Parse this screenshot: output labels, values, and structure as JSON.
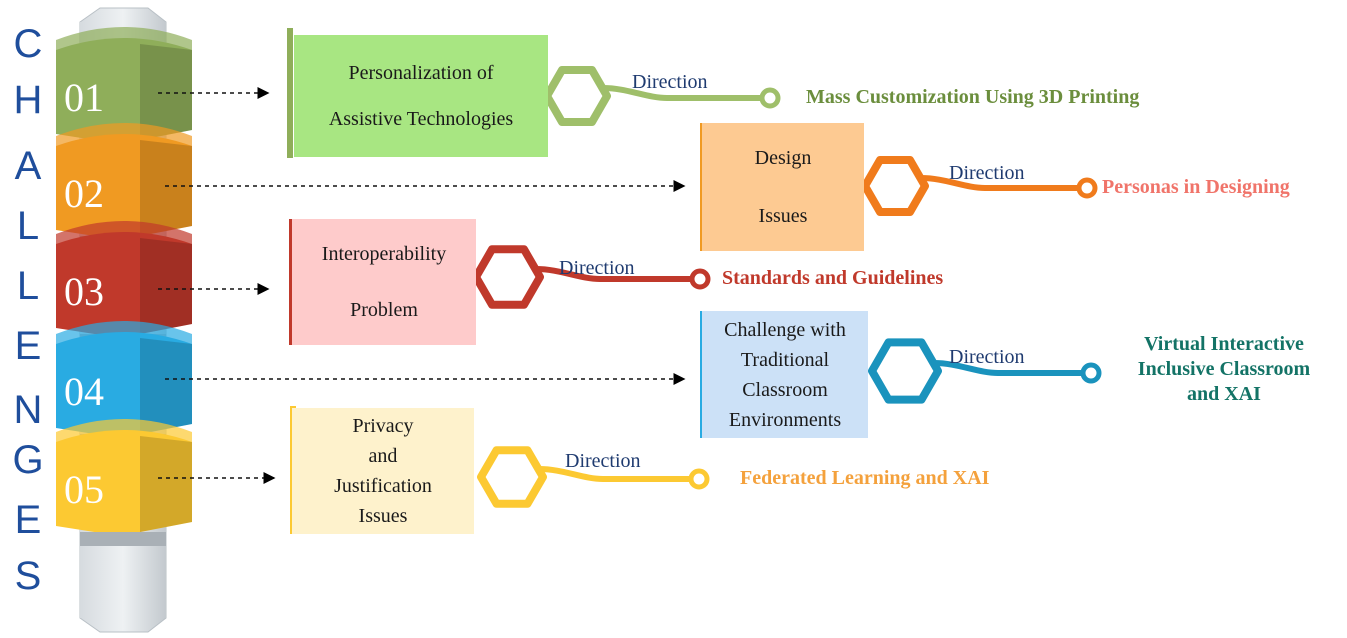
{
  "side_title": [
    "C",
    "H",
    "A",
    "L",
    "L",
    "E",
    "N",
    "G",
    "E",
    "S"
  ],
  "colors": {
    "c1": "#8fae5a",
    "c2": "#f09a22",
    "c3": "#c0392b",
    "c4": "#29abe2",
    "c5": "#fcc932",
    "title": "#1f4e9c",
    "direction": "#1f3b70"
  },
  "items": [
    {
      "number": "01",
      "challenge": [
        "Personalization of",
        "Assistive Technologies"
      ],
      "direction_label": "Direction",
      "result": [
        "Mass Customization Using 3D Printing"
      ],
      "result_color": "#6b8e3d"
    },
    {
      "number": "02",
      "challenge": [
        "Design",
        "Issues"
      ],
      "direction_label": "Direction",
      "result": [
        "Personas in Designing"
      ],
      "result_color": "#f0746a"
    },
    {
      "number": "03",
      "challenge": [
        "Interoperability",
        "Problem"
      ],
      "direction_label": "Direction",
      "result": [
        "Standards and Guidelines"
      ],
      "result_color": "#c0392b"
    },
    {
      "number": "04",
      "challenge": [
        "Challenge with",
        "Traditional",
        "Classroom",
        "Environments"
      ],
      "direction_label": "Direction",
      "result": [
        "Virtual Interactive",
        "Inclusive Classroom",
        "and XAI"
      ],
      "result_color": "#137366"
    },
    {
      "number": "05",
      "challenge": [
        "Privacy",
        "and",
        "Justification",
        "Issues"
      ],
      "direction_label": "Direction",
      "result": [
        "Federated Learning and XAI"
      ],
      "result_color": "#f4a13c"
    }
  ]
}
